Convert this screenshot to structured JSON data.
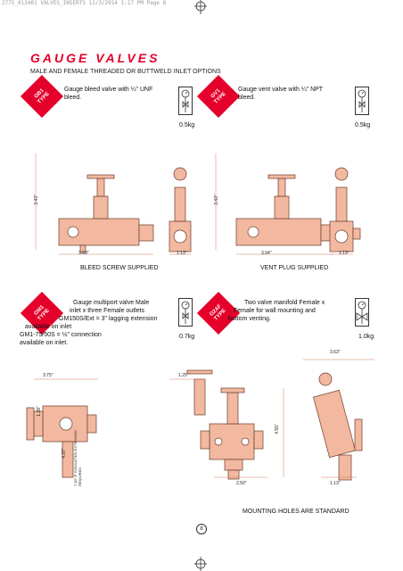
{
  "header": {
    "crop_text": "2775_013481 VALVES_INSERTS  12/3/2014  1:17 PM  Page 8"
  },
  "page": {
    "title": "GAUGE VALVES",
    "subtitle": "MALE AND FEMALE THREADED OR BUTTWELD INLET OPTIONS",
    "page_number": "8"
  },
  "products": [
    {
      "tag_line1": "GB1",
      "tag_line2": "TYPE",
      "desc": "Gauge bleed valve with ¼\" UNF bleed.",
      "weight": "0.5kg"
    },
    {
      "tag_line1": "GV1",
      "tag_line2": "TYPE",
      "desc": "Gauge vent valve with ¼\" NPT bleed.",
      "weight": "0.5kg"
    },
    {
      "tag_line1": "GM1",
      "tag_line2": "TYPE",
      "desc_lines": [
        "Gauge multiport valve Male",
        "inlet x three Female outlets",
        "GM150S/Ext = 3\" lagging extension",
        "available on inlet",
        "GM1-75/50S = ½\" connection",
        "available on inlet."
      ],
      "weight": "0.7kg"
    },
    {
      "tag_line1": "G2AF",
      "tag_line2": "TYPE",
      "desc_lines": [
        "Two valve manifold Female x",
        "Female for wall mounting and",
        "bottom venting."
      ],
      "weight": "1.0kg"
    }
  ],
  "dimensions": {
    "gb1_height": "3.43\"",
    "gb1_width": "3.69\"",
    "gb1_side": "1.13\"",
    "gv1_height": "3.43\"",
    "gv1_width": "3.94\"",
    "gv1_side": "1.13\"",
    "gm1_width": "3.75\"",
    "gm1_small": "1.38\"",
    "gm1_len": "4.37\"",
    "gm1_ext": "7.40\" IF INSULATION EXTENSION REQUIRED",
    "g2af_top": "1.25\"",
    "g2af_h": "4.55\"",
    "g2af_w": "2.50\"",
    "g2af_side": "1.13\"",
    "g2af_top2": "3.63\""
  },
  "captions": {
    "bleed": "BLEED SCREW SUPPLIED",
    "vent": "VENT PLUG SUPPLIED",
    "mount": "MOUNTING HOLES ARE STANDARD"
  },
  "colors": {
    "accent": "#e4002b",
    "part": "#f2b8a0",
    "outline": "#6b3a2a"
  }
}
